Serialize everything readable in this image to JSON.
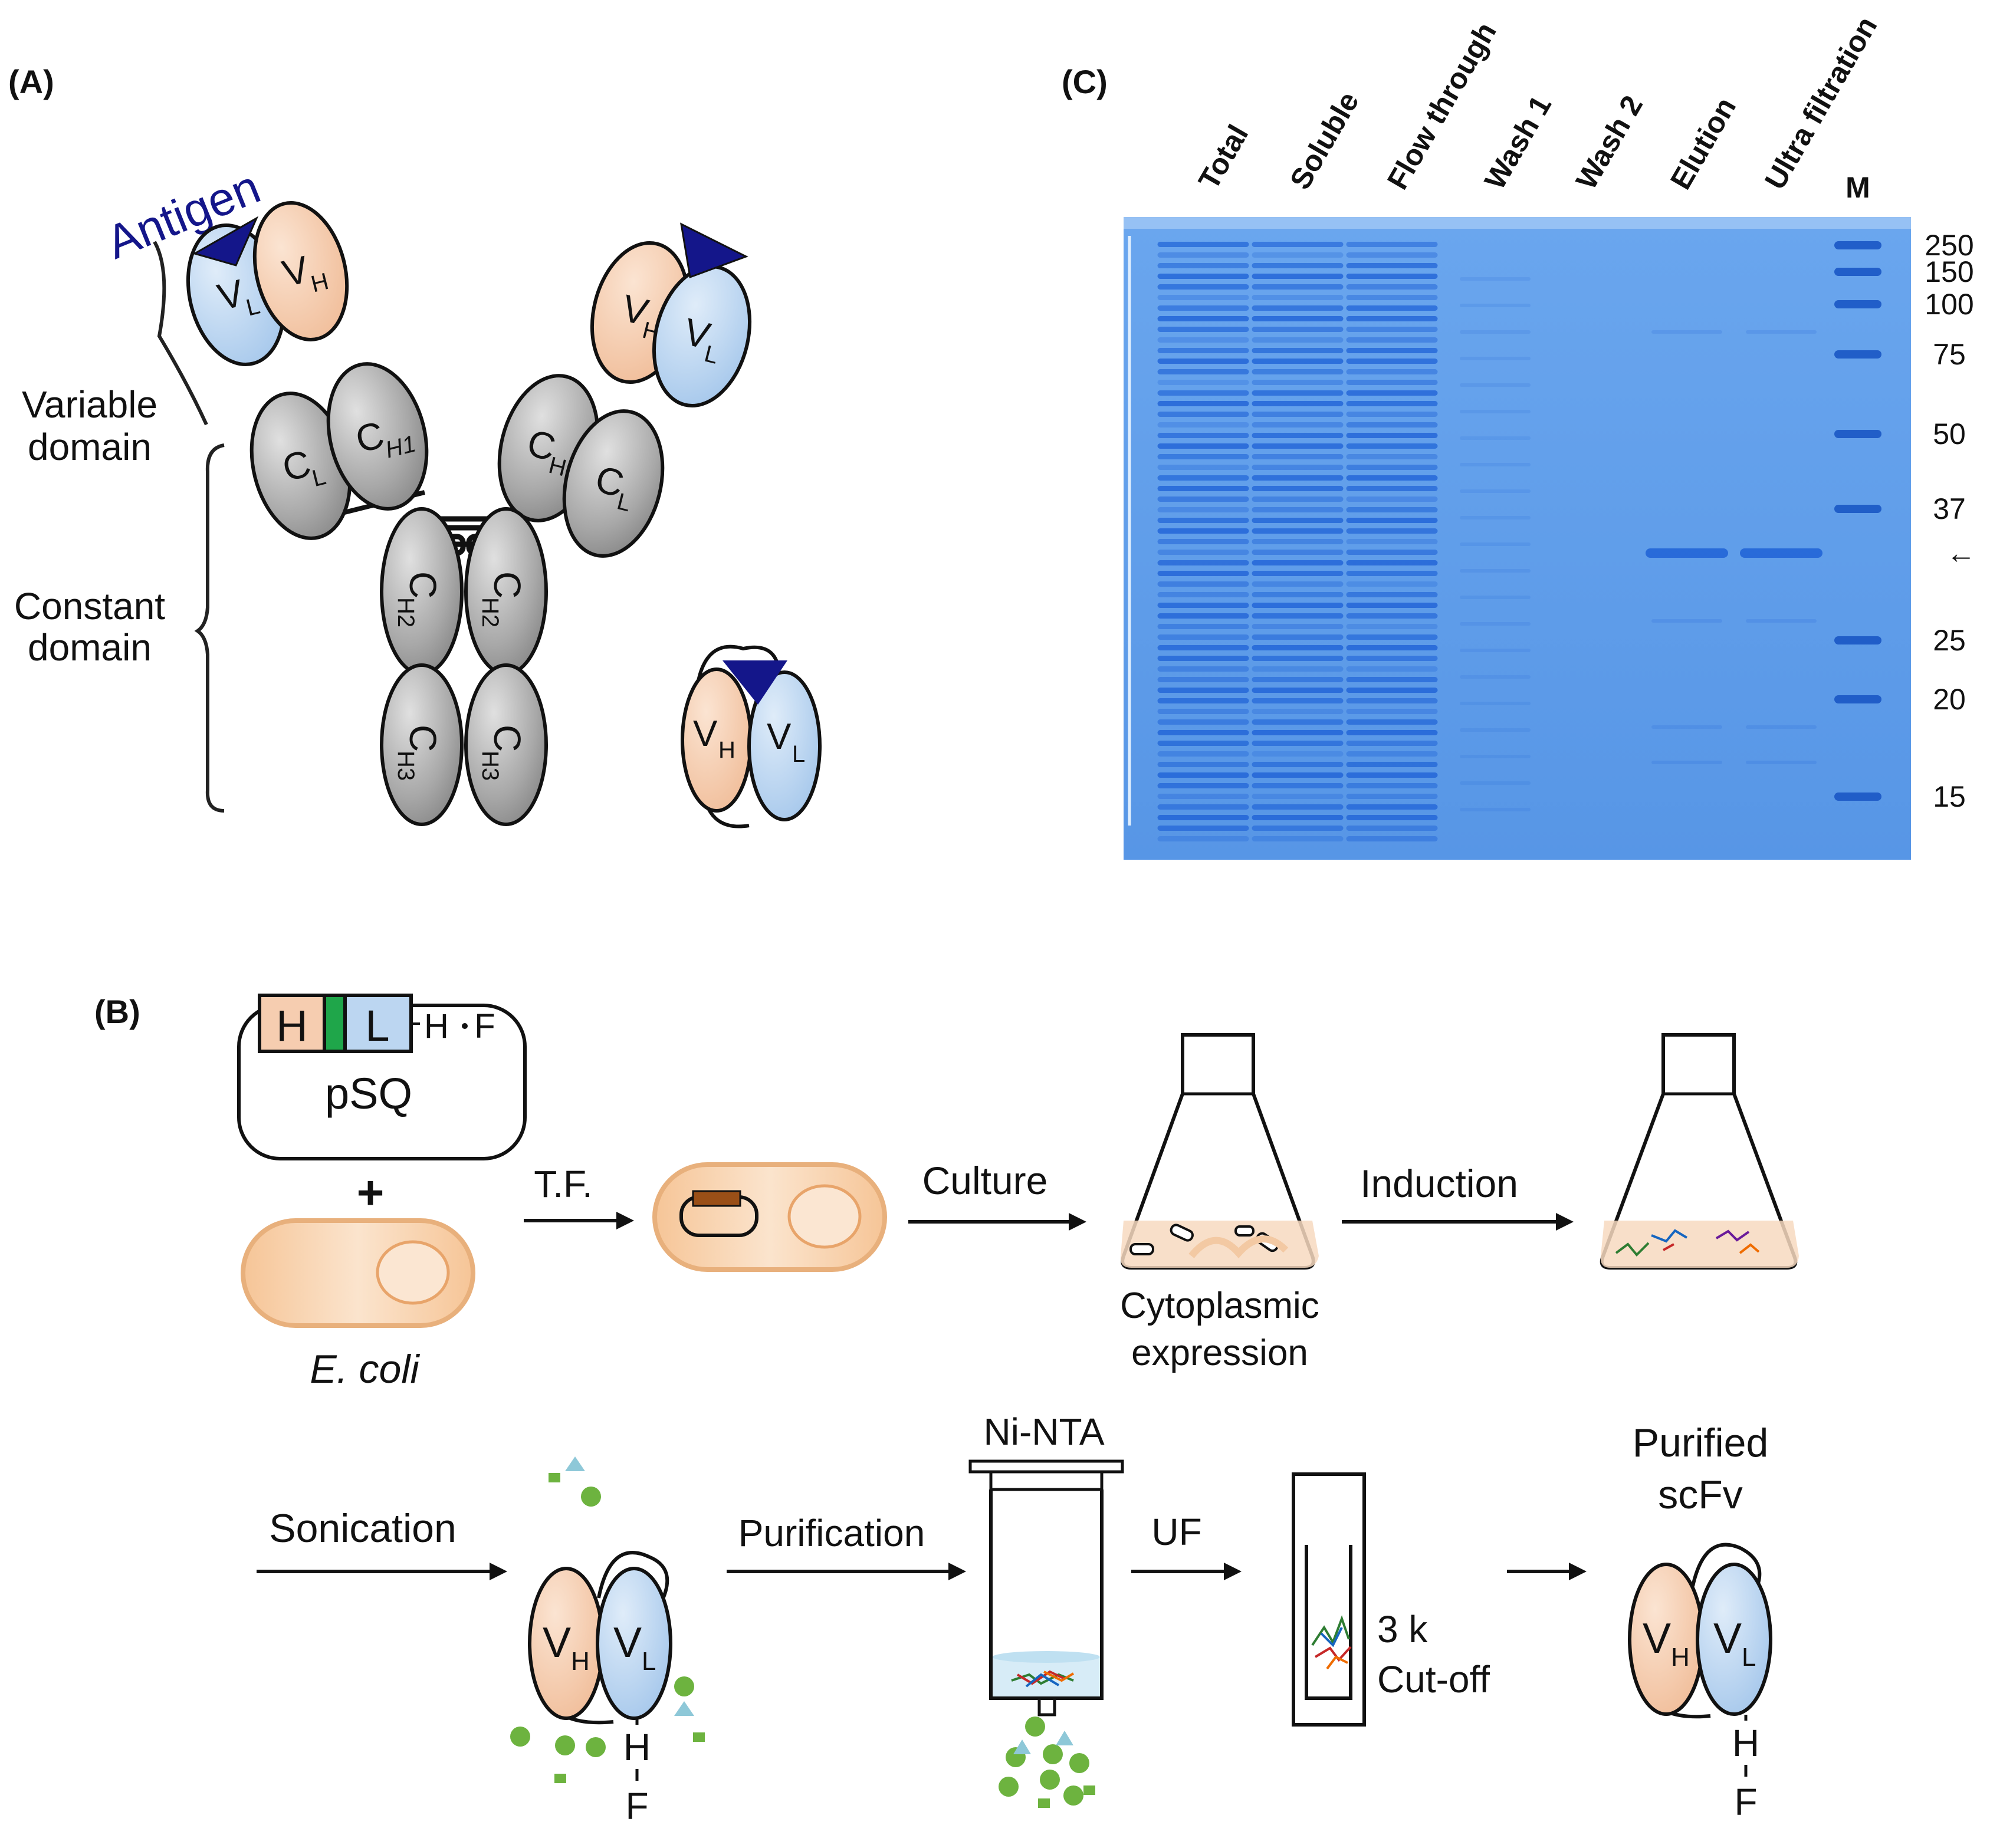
{
  "panels": {
    "a": {
      "label": "(A)",
      "antigen": "Antigen",
      "variable_domain": [
        "Variable",
        "domain"
      ],
      "constant_domain": [
        "Constant",
        "domain"
      ],
      "domains": {
        "vh": "V",
        "vh_sub": "H",
        "vl": "V",
        "vl_sub": "L",
        "cl": "C",
        "cl_sub": "L",
        "ch1": "C",
        "ch1_sub": "H1",
        "ch2": "C",
        "ch2_sub": "H2",
        "ch3": "C",
        "ch3_sub": "H3"
      }
    },
    "b": {
      "label": "(B)",
      "plasmid": {
        "name": "pSQ",
        "heavy": "H",
        "light": "L",
        "tag": "H",
        "tag2": "F"
      },
      "plus": "+",
      "host": "E. coli",
      "steps": {
        "transformation": "T.F.",
        "culture": "Culture",
        "induction": "Induction",
        "sonication": "Sonication",
        "purification": "Purification",
        "uf": "UF"
      },
      "expression": [
        "Cytoplasmic",
        "expression"
      ],
      "column": "Ni-NTA",
      "cutoff": [
        "3 k",
        "Cut-off"
      ],
      "product": [
        "Purified",
        "scFv"
      ],
      "tag_letters": {
        "top": "H",
        "bottom": "F"
      }
    },
    "c": {
      "label": "(C)",
      "lanes": [
        "Total",
        "Soluble",
        "Flow through",
        "Wash 1",
        "Wash 2",
        "Elution",
        "Ultra filtration",
        "M"
      ],
      "marker_kda": [
        "250",
        "150",
        "100",
        "75",
        "50",
        "37",
        "25",
        "20",
        "15"
      ],
      "arrow": "←",
      "colors": {
        "gel": "#5a9be8",
        "band": "#1f62d6",
        "gel_light": "#7fb1f0"
      }
    }
  },
  "colors": {
    "heavy": "#f6cfb2",
    "light": "#bcd6f1",
    "constant": "#a9a9a9",
    "antigen": "#14168a",
    "linker": "#1fa64a",
    "cell": "#f7c99c",
    "ni_bead": "#6db33f",
    "impurity_triangle": "#8ec8d8"
  },
  "icons": [
    "antibody-icon",
    "scfv-icon",
    "plasmid-icon",
    "ecoli-cell-icon",
    "flask-icon",
    "column-icon",
    "filter-tube-icon"
  ]
}
